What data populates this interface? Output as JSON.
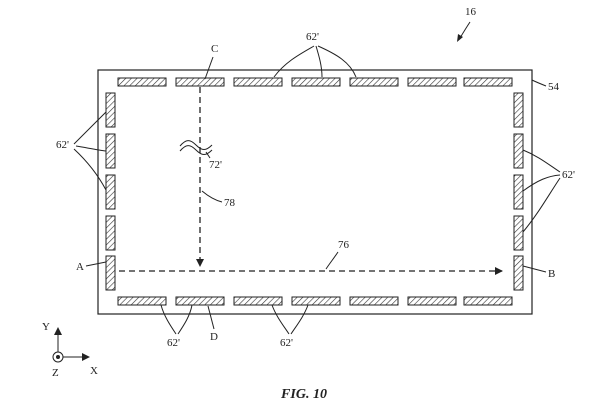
{
  "figure": {
    "number": "16",
    "caption": "FIG. 10"
  },
  "labels": {
    "panel": "54",
    "electrode": "62'",
    "path_horizontal": "76",
    "path_vertical": "78",
    "wave": "72'",
    "point_a": "A",
    "point_b": "B",
    "point_c": "C",
    "point_d": "D"
  },
  "axes": {
    "y": "Y",
    "x": "X",
    "z": "Z"
  }
}
